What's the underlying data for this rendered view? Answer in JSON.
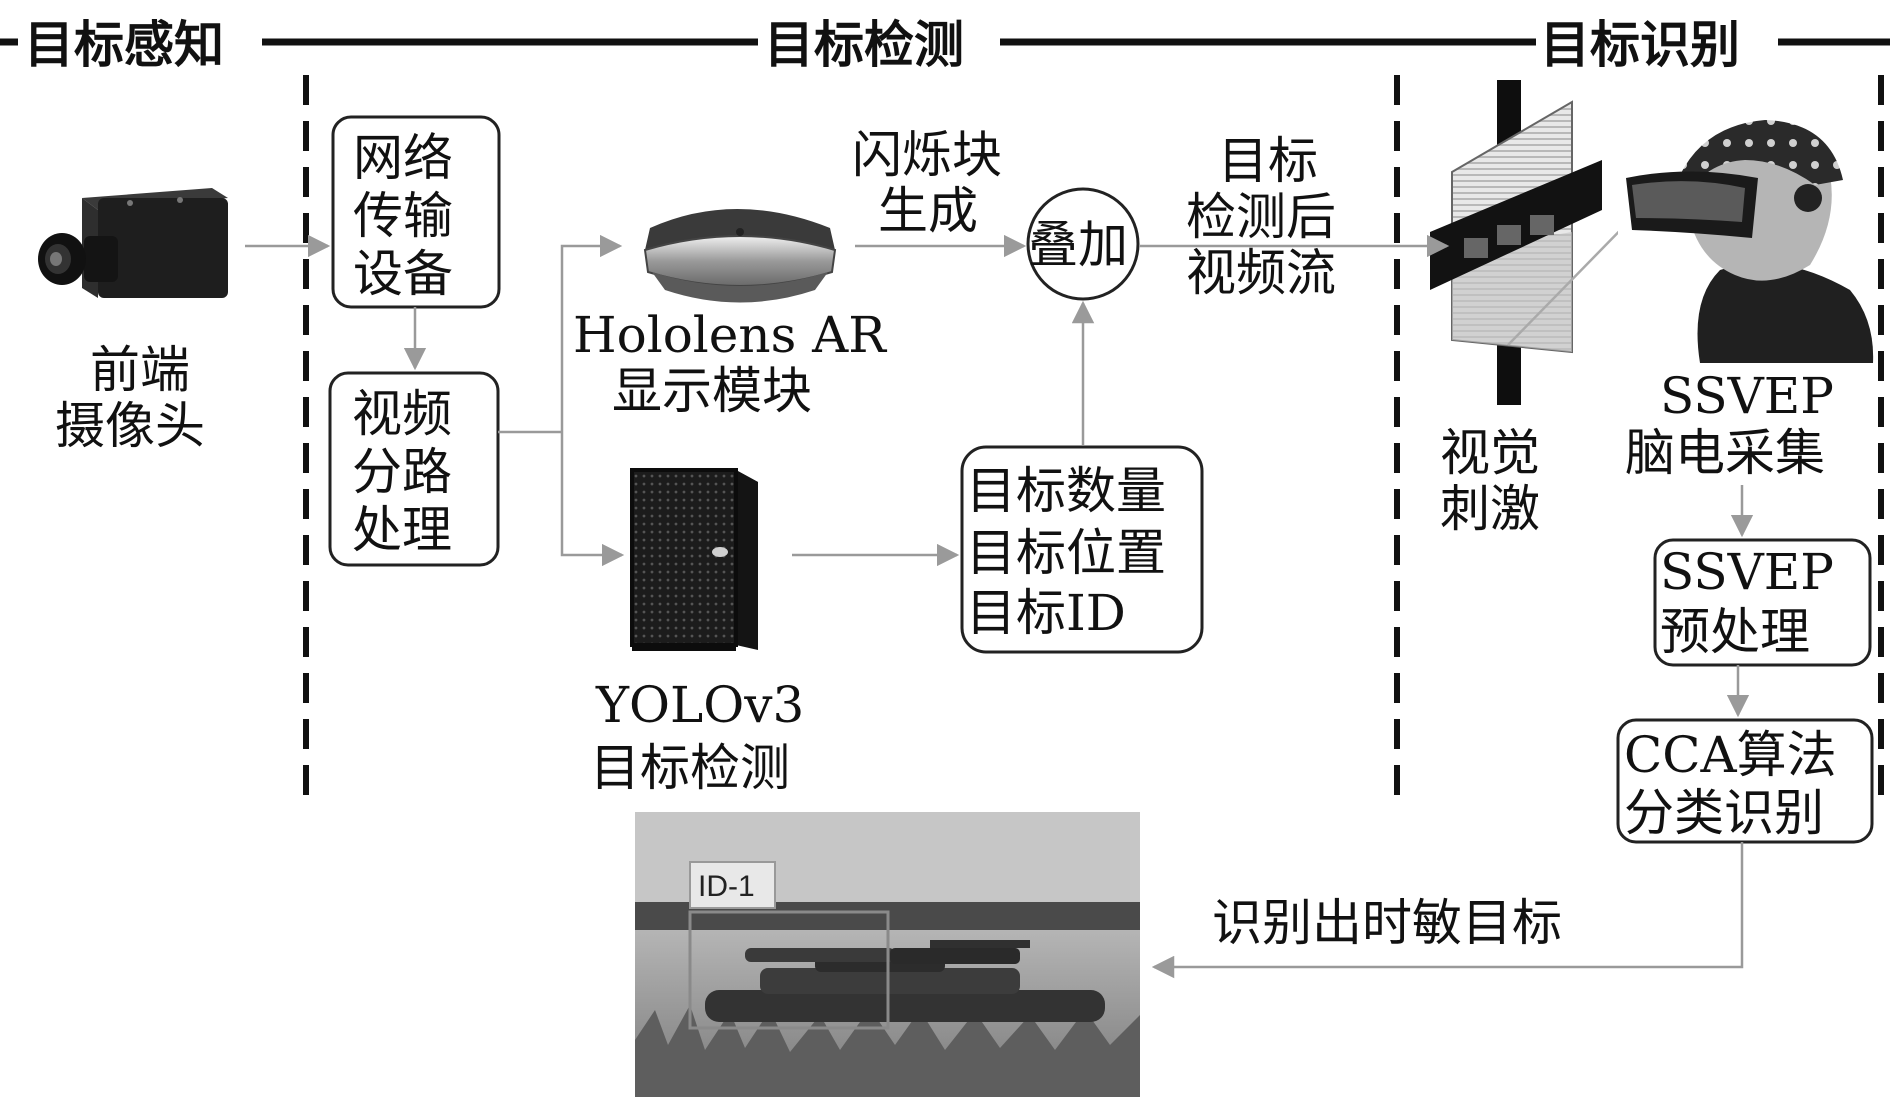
{
  "sections": {
    "perception": "目标感知",
    "detection": "目标检测",
    "recognition": "目标识别"
  },
  "camera": {
    "label_line1": "前端",
    "label_line2": "摄像头"
  },
  "network": {
    "line1": "网络",
    "line2": "传输",
    "line3": "设备"
  },
  "splitter": {
    "line1": "视频",
    "line2": "分路",
    "line3": "处理"
  },
  "hololens": {
    "label_line1": "Hololens AR",
    "label_line2": "显示模块"
  },
  "yolo": {
    "label_line1": "YOLOv3",
    "label_line2": "目标检测"
  },
  "flicker": {
    "line1": "闪烁块",
    "line2": "生成"
  },
  "overlay": {
    "label": "叠加"
  },
  "target_info": {
    "line1": "目标数量",
    "line2": "目标位置",
    "line3": "目标ID"
  },
  "stream": {
    "line1": "目标",
    "line2": "检测后",
    "line3": "视频流"
  },
  "visual_stim": {
    "line1": "视觉",
    "line2": "刺激"
  },
  "ssvep_acq": {
    "line1": "SSVEP",
    "line2": "脑电采集"
  },
  "ssvep_pre": {
    "line1": "SSVEP",
    "line2": "预处理"
  },
  "cca": {
    "line1": "CCA算法",
    "line2": "分类识别"
  },
  "result": {
    "label": "识别出时敏目标"
  },
  "detection_photo": {
    "box_label": "ID-1"
  },
  "colors": {
    "line": "#111111",
    "arrow": "#9a9a9a",
    "box_stroke": "#222222"
  },
  "icons": [
    "camera-icon",
    "hololens-icon",
    "workstation-icon",
    "stimulus-grid-icon",
    "eeg-headset-icon",
    "tank-photo"
  ]
}
